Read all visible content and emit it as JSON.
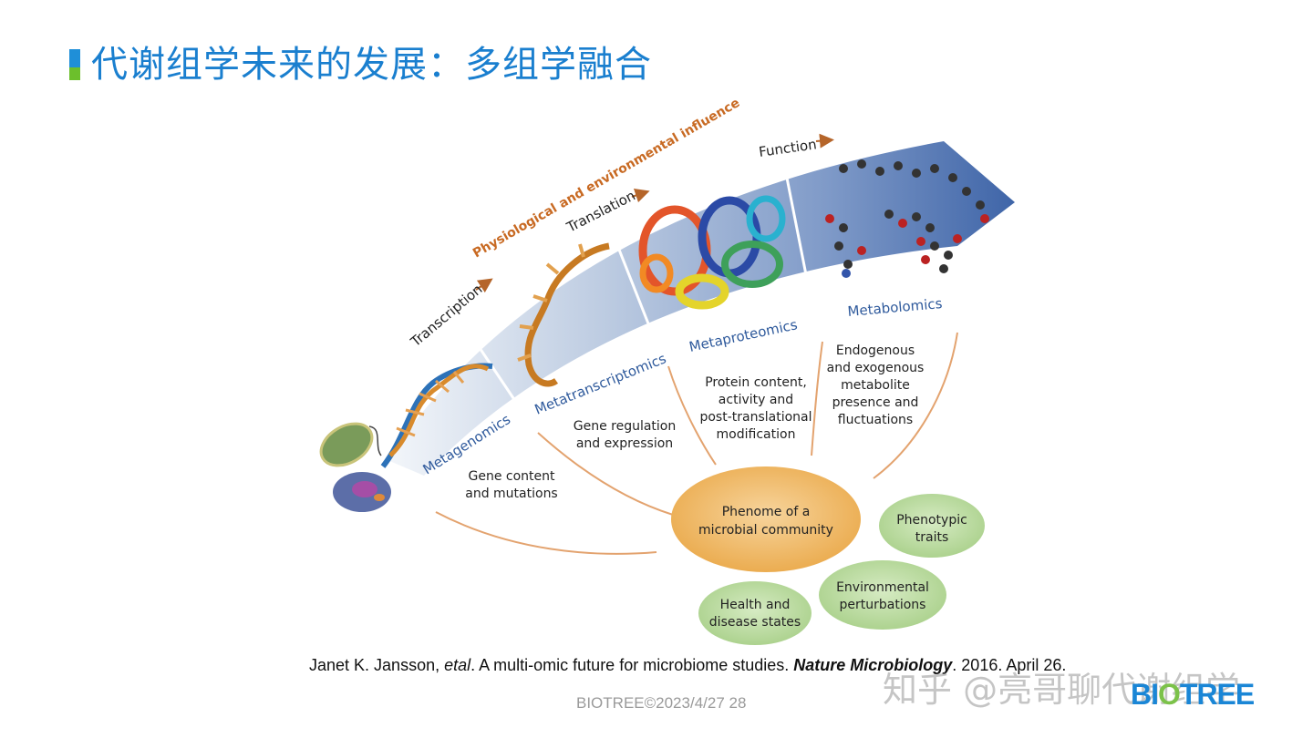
{
  "slide": {
    "title": "代谢组学未来的发展：多组学融合",
    "footer": "BIOTREE©2023/4/27 28",
    "watermark": "知乎 @亮哥聊代谢组学",
    "logo_prefix": "BI",
    "logo_mark": "O",
    "logo_suffix": "TREE"
  },
  "citation": {
    "authors": "Janet K. Jansson,",
    "etal": "etal",
    "title_text": ". A multi-omic future for microbiome studies.",
    "journal": "Nature Microbiology",
    "date": ". 2016. April 26."
  },
  "diagram": {
    "flow_labels": {
      "transcription": "Transcription",
      "translation": "Translation",
      "function": "Function",
      "influence": "Physiological and environmental influence"
    },
    "omics": {
      "metagenomics": "Metagenomics",
      "metatranscriptomics": "Metatranscriptomics",
      "metaproteomics": "Metaproteomics",
      "metabolomics": "Metabolomics"
    },
    "descriptions": {
      "gene_content": [
        "Gene content",
        "and mutations"
      ],
      "gene_regulation": [
        "Gene regulation",
        "and expression"
      ],
      "protein": [
        "Protein content,",
        "activity and",
        "post-translational",
        "modification"
      ],
      "metabolite": [
        "Endogenous",
        "and exogenous",
        "metabolite",
        "presence and",
        "fluctuations"
      ]
    },
    "nodes": {
      "phenome": [
        "Phenome of a",
        "microbial community"
      ],
      "traits": [
        "Phenotypic",
        "traits"
      ],
      "environment": [
        "Environmental",
        "perturbations"
      ],
      "health": [
        "Health and",
        "disease states"
      ]
    },
    "colors": {
      "band_start": "#eef2f7",
      "band_end": "#3f65a8",
      "omics_text": "#2f5a9c",
      "arrow": "#b5652a",
      "influence_text": "#c86a23",
      "phenome_fill": "#f0b964",
      "green_fill": "#b9d99c",
      "curve": "#e3a36f"
    }
  }
}
